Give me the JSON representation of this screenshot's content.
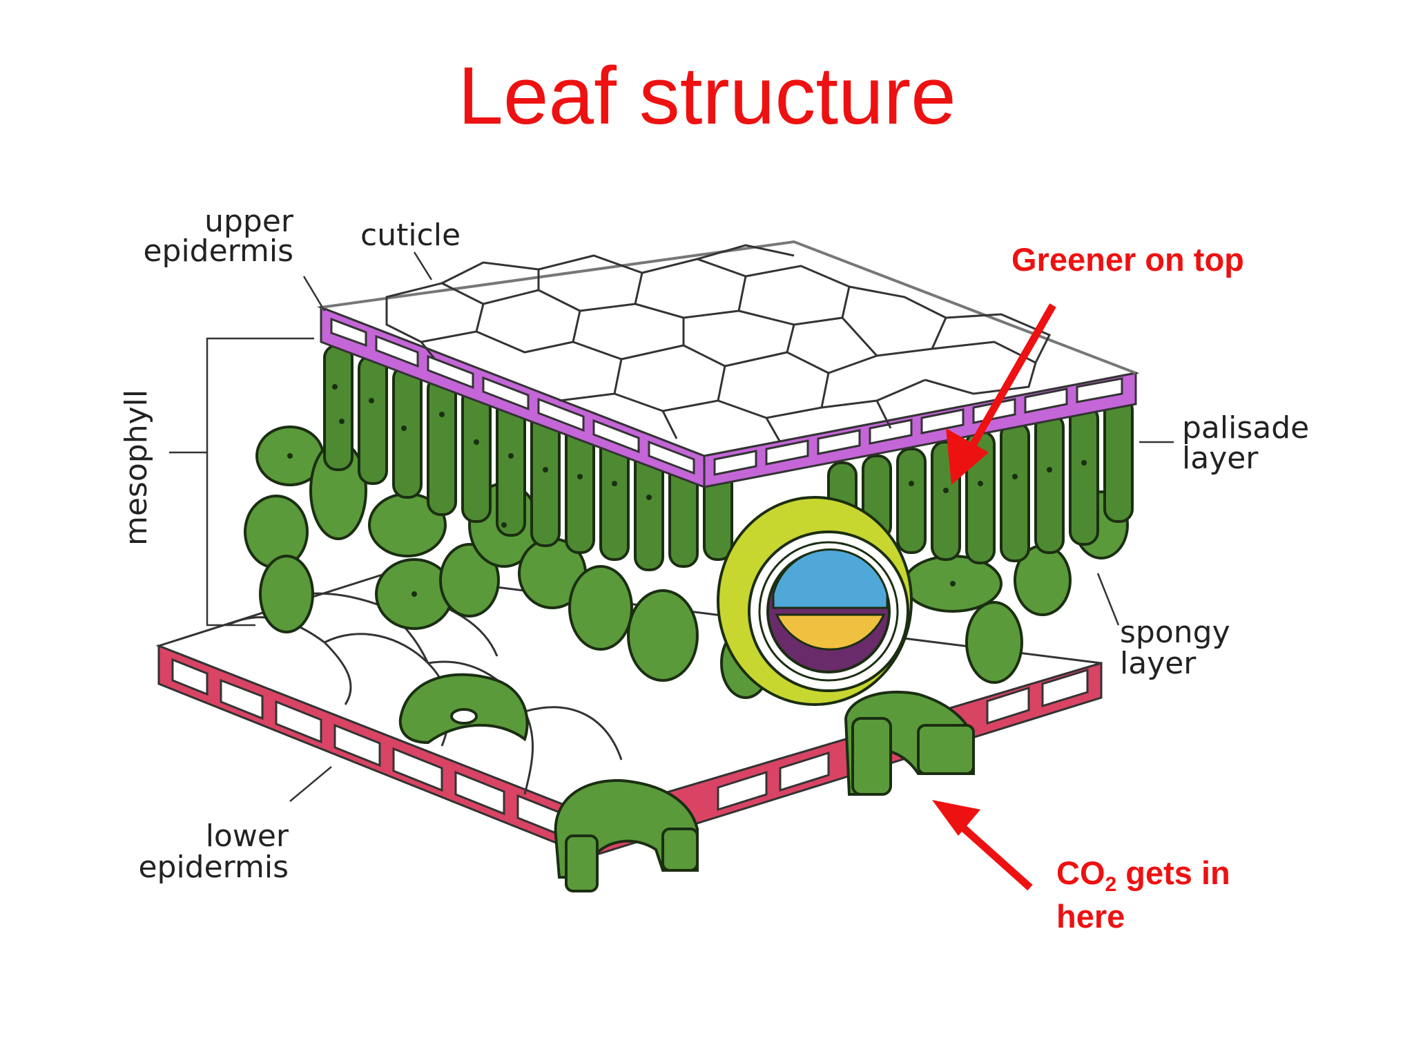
{
  "title": "Leaf structure",
  "labels": {
    "upper_epidermis_1": "upper",
    "upper_epidermis_2": "epidermis",
    "cuticle": "cuticle",
    "mesophyll": "mesophyll",
    "palisade_1": "palisade",
    "palisade_2": "layer",
    "spongy_1": "spongy",
    "spongy_2": "layer",
    "lower_epidermis_1": "lower",
    "lower_epidermis_2": "epidermis"
  },
  "annotations": {
    "greener": "Greener on top",
    "co2_main": "CO",
    "co2_sub": "2",
    "co2_rest": " gets in",
    "co2_line2": "here"
  },
  "colors": {
    "title": "#ee1111",
    "annotation": "#ee1111",
    "arrow": "#ee1111",
    "upper_epidermis": "#c466d8",
    "lower_epidermis": "#d94464",
    "mesophyll_cells": "#5a9a3a",
    "xylem": "#4fa8d8",
    "phloem": "#f0c040",
    "bundle_sheath": "#c8d630"
  }
}
